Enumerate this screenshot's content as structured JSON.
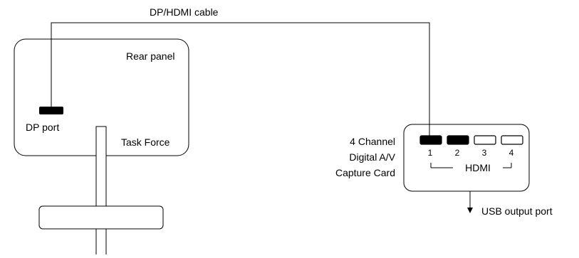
{
  "cable": {
    "label": "DP/HDMI cable"
  },
  "computer": {
    "panel_label": "Rear panel",
    "port_label": "DP port",
    "name_label": "Task Force"
  },
  "capture_card": {
    "title_lines": [
      "4 Channel",
      "Digital A/V",
      "Capture Card"
    ],
    "ports": [
      {
        "number": "1",
        "connected": true
      },
      {
        "number": "2",
        "connected": true
      },
      {
        "number": "3",
        "connected": false
      },
      {
        "number": "4",
        "connected": false
      }
    ],
    "group_label": "HDMI",
    "output_label": "USB output port"
  }
}
